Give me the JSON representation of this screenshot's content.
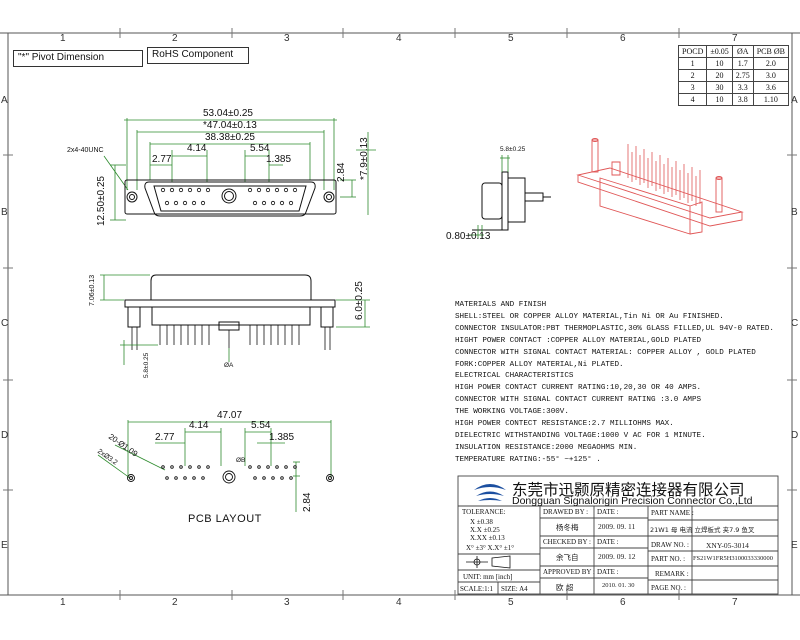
{
  "zones": {
    "top": [
      "1",
      "2",
      "3",
      "4",
      "5",
      "6",
      "7"
    ],
    "side": [
      "A",
      "B",
      "C",
      "D",
      "E"
    ]
  },
  "header": {
    "pivot_label": "\"*\" Pivot Dimension",
    "rohs_label": "RoHS  Component"
  },
  "revision_table": {
    "headers": [
      "POCD",
      "±0.05",
      "ØA",
      "PCB ØB"
    ],
    "rows": [
      [
        "1",
        "10",
        "1.7",
        "2.0"
      ],
      [
        "2",
        "20",
        "2.75",
        "3.0"
      ],
      [
        "3",
        "30",
        "3.3",
        "3.6"
      ],
      [
        "4",
        "10",
        "3.8",
        "1.10"
      ]
    ]
  },
  "front_view": {
    "d_overall": "53.04±0.25",
    "d_pivot": "*47.04±0.13",
    "d_shell": "38.38±0.25",
    "d_414": "4.14",
    "d_554": "5.54",
    "d_277": "2.77",
    "d_1385": "1.385",
    "d_284": "2.84",
    "d_79": "*7.9±0.13",
    "d_125": "12.50±0.25",
    "thread": "2x4-40UNC"
  },
  "side_view": {
    "d_58": "5.8±0.25",
    "d_080": "0.80±0.13"
  },
  "bottom_view": {
    "d_706": "7.06±0.13",
    "d_60": "6.0±0.25",
    "d_58b": "5.8±0.25",
    "d_a": "ØA"
  },
  "pcb_layout": {
    "title": "PCB  LAYOUT",
    "d_4707": "47.07",
    "d_414": "4.14",
    "d_554": "5.54",
    "d_277": "2.77",
    "d_1385": "1.385",
    "d_284": "2.84",
    "d_hole1": "20-Ø1.09",
    "d_hole2": "2xØ3.2",
    "d_b": "ØB"
  },
  "spec_lines": [
    "MATERIALS AND  FINISH",
    "SHELL:STEEL OR COPPER ALLOY MATERIAL,Tin Ni OR Au FINISHED.",
    "CONNECTOR INSULATOR:PBT THERMOPLASTIC,30% GLASS FILLED,UL 94V-0 RATED.",
    "HIGHT POWER CONTACT :COPPER ALLOY MATERIAL,GOLD PLATED",
    "CONNECTOR WITH SIGNAL CONTACT MATERIAL: COPPER ALLOY , GOLD PLATED",
    "FORK:COPPER ALLOY MATERIAL,Ni PLATED.",
    "ELECTRICAL CHARACTERISTICS",
    "HIGH POWER CONTACT CURRENT RATING:10,20,30 OR 40 AMPS.",
    "CONNECTOR WITH SIGNAL CONTACT CURRENT RATING :3.0 AMPS",
    "THE WORKING VOLTAGE:300V.",
    "HIGH POWER CONTECT RESISTANCE:2.7 MILLIOHMS MAX.",
    "DIELECTRIC WITHSTANDING VOLTAGE:1000 V AC FOR 1 MINUTE.",
    "INSULATION RESISTANCE:2000 MEGAOHMS MIN.",
    "TEMPERATURE RATING:-55° ~+125° ."
  ],
  "title_block": {
    "company_cn": "东莞市迅颢原精密连接器有限公司",
    "company_en": "Dongguan Signalorigin Precision Connector Co.,Ltd",
    "tolerance_label": "TOLERANCE:",
    "tol_x": "X    ±0.38",
    "tol_xx": "X.X   ±0.25",
    "tol_xxx": "X.XX  ±0.13",
    "tol_angle": "X° ±3°    X.X° ±1°",
    "unit": "UNIT: mm [inch]",
    "scale": "SCALE:1:1",
    "size": "SIZE: A4",
    "drawed_by_label": "DRAWED BY :",
    "drawed_by": "杨冬梅",
    "checked_by_label": "CHECKED BY :",
    "checked_by": "余飞自",
    "approved_by_label": "APPROVED BY :",
    "approved_by": "欧  超",
    "date_label": "DATE :",
    "date1": "2009. 09. 11",
    "date2": "2009. 09. 12",
    "date3": "2010. 01. 30",
    "part_name_label": "PART NAME :",
    "part_name": "21W1 母 电流 立焊板式 夹7.9 鱼叉",
    "draw_no_label": "DRAW NO. :",
    "draw_no": "XNY-05-3014",
    "part_no_label": "PART NO. :",
    "part_no": "FS21W1FR5H3100033330000",
    "remark_label": "REMARK :",
    "page_label": "PAGE NO. :"
  }
}
